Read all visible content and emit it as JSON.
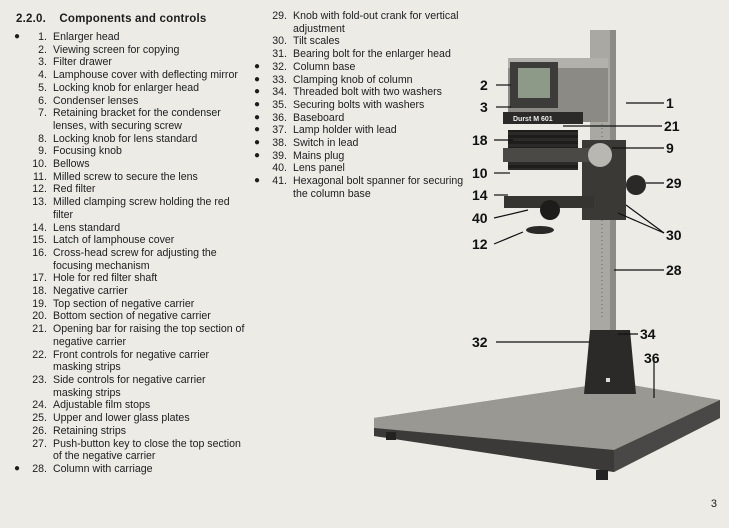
{
  "heading": {
    "number": "2.2.0.",
    "title": "Components and controls"
  },
  "left_items": [
    {
      "bullet": true,
      "num": "1.",
      "text": "Enlarger head"
    },
    {
      "bullet": false,
      "num": "2.",
      "text": "Viewing screen for copying"
    },
    {
      "bullet": false,
      "num": "3.",
      "text": "Filter drawer"
    },
    {
      "bullet": false,
      "num": "4.",
      "text": "Lamphouse cover with deflecting mirror"
    },
    {
      "bullet": false,
      "num": "5.",
      "text": "Locking knob for enlarger head"
    },
    {
      "bullet": false,
      "num": "6.",
      "text": "Condenser lenses"
    },
    {
      "bullet": false,
      "num": "7.",
      "text": "Retaining bracket for the condenser lenses, with securing screw"
    },
    {
      "bullet": false,
      "num": "8.",
      "text": "Locking knob for lens standard"
    },
    {
      "bullet": false,
      "num": "9.",
      "text": "Focusing knob"
    },
    {
      "bullet": false,
      "num": "10.",
      "text": "Bellows"
    },
    {
      "bullet": false,
      "num": "11.",
      "text": "Milled screw to secure the lens"
    },
    {
      "bullet": false,
      "num": "12.",
      "text": "Red filter"
    },
    {
      "bullet": false,
      "num": "13.",
      "text": "Milled clamping screw holding the red filter"
    },
    {
      "bullet": false,
      "num": "14.",
      "text": "Lens standard"
    },
    {
      "bullet": false,
      "num": "15.",
      "text": "Latch of lamphouse cover"
    },
    {
      "bullet": false,
      "num": "16.",
      "text": "Cross-head screw for adjusting the focusing mechanism"
    },
    {
      "bullet": false,
      "num": "17.",
      "text": "Hole for red filter shaft"
    },
    {
      "bullet": false,
      "num": "18.",
      "text": "Negative carrier"
    },
    {
      "bullet": false,
      "num": "19.",
      "text": "Top section of negative carrier"
    },
    {
      "bullet": false,
      "num": "20.",
      "text": "Bottom section of negative carrier"
    },
    {
      "bullet": false,
      "num": "21.",
      "text": "Opening bar for raising the top section of negative carrier"
    },
    {
      "bullet": false,
      "num": "22.",
      "text": "Front controls for negative carrier masking strips"
    },
    {
      "bullet": false,
      "num": "23.",
      "text": "Side controls for negative carrier masking strips"
    },
    {
      "bullet": false,
      "num": "24.",
      "text": "Adjustable film stops"
    },
    {
      "bullet": false,
      "num": "25.",
      "text": "Upper and lower glass plates"
    },
    {
      "bullet": false,
      "num": "26.",
      "text": "Retaining strips"
    },
    {
      "bullet": false,
      "num": "27.",
      "text": "Push-button key to close the top section of the negative carrier"
    },
    {
      "bullet": true,
      "num": "28.",
      "text": "Column with carriage"
    }
  ],
  "right_items": [
    {
      "bullet": false,
      "num": "29.",
      "text": "Knob with fold-out crank for vertical adjustment"
    },
    {
      "bullet": false,
      "num": "30.",
      "text": "Tilt scales"
    },
    {
      "bullet": false,
      "num": "31.",
      "text": "Bearing bolt for the enlarger head"
    },
    {
      "bullet": true,
      "num": "32.",
      "text": "Column base"
    },
    {
      "bullet": true,
      "num": "33.",
      "text": "Clamping knob of column"
    },
    {
      "bullet": true,
      "num": "34.",
      "text": "Threaded bolt with two washers"
    },
    {
      "bullet": true,
      "num": "35.",
      "text": "Securing bolts with washers"
    },
    {
      "bullet": true,
      "num": "36.",
      "text": "Baseboard"
    },
    {
      "bullet": true,
      "num": "37.",
      "text": "Lamp holder with lead"
    },
    {
      "bullet": true,
      "num": "38.",
      "text": "Switch in lead"
    },
    {
      "bullet": true,
      "num": "39.",
      "text": "Mains plug"
    },
    {
      "bullet": false,
      "num": "40.",
      "text": "Lens panel"
    },
    {
      "bullet": true,
      "num": "41.",
      "text": "Hexagonal bolt spanner for securing the column base"
    }
  ],
  "photo": {
    "brand_label": "Durst M 601",
    "callouts": [
      "2",
      "3",
      "1",
      "21",
      "18",
      "9",
      "10",
      "29",
      "14",
      "40",
      "30",
      "12",
      "28",
      "34",
      "32",
      "36"
    ]
  },
  "page_number": "3"
}
